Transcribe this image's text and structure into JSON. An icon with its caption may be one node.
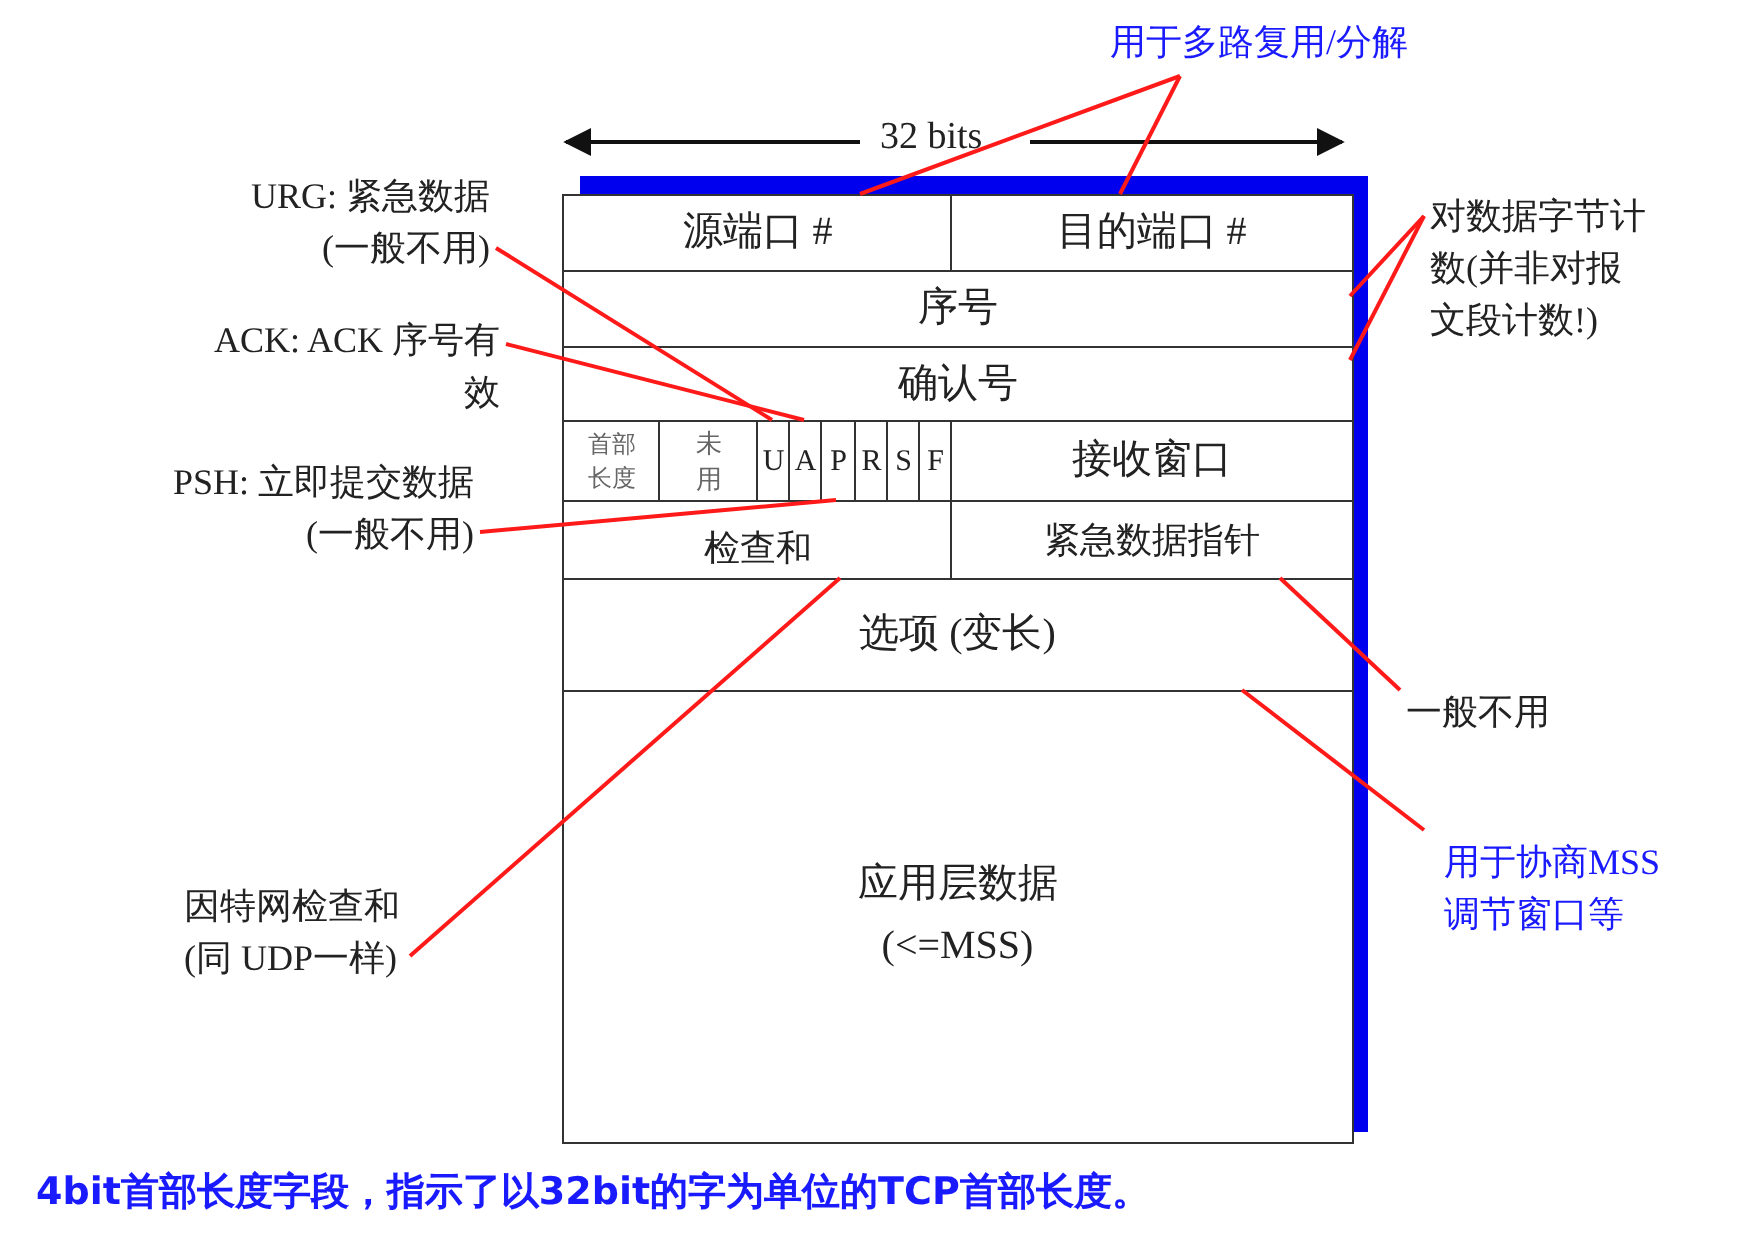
{
  "diagram": {
    "caption": "4bit首部长度字段，指示了以32bit的字为单位的TCP首部长度。",
    "nodes": [
      {
        "text": [
          "源端口 #"
        ]
      },
      {
        "text": [
          "目的端口 #"
        ]
      },
      {
        "text": [
          "序号"
        ]
      },
      {
        "text": [
          "确认号"
        ]
      },
      {
        "text": [
          "首部长度"
        ]
      },
      {
        "text": [
          "未用"
        ]
      },
      {
        "text": [
          "U"
        ]
      },
      {
        "text": [
          "A"
        ]
      },
      {
        "text": [
          "P"
        ]
      },
      {
        "text": [
          "R"
        ]
      },
      {
        "text": [
          "S"
        ]
      },
      {
        "text": [
          "F"
        ]
      },
      {
        "text": [
          "接收窗口"
        ]
      },
      {
        "text": [
          "检查和"
        ]
      },
      {
        "text": [
          "紧急数据指针"
        ]
      },
      {
        "text": [
          "选项 (变长)"
        ]
      },
      {
        "text": [
          "应用层数据",
          "(<=MSS)"
        ]
      },
      {
        "text": [
          "用于多路复用/分解"
        ]
      },
      {
        "text": [
          "URG: 紧急数据(一般不用)"
        ]
      },
      {
        "text": [
          "ACK: ACK 序号有效"
        ]
      },
      {
        "text": [
          "PSH: 立即提交数据(一般不用)"
        ]
      },
      {
        "text": [
          "对数据字节计数(并非对报文段计数!)"
        ]
      },
      {
        "text": [
          "一般不用"
        ]
      },
      {
        "text": [
          "用于协商MSS调节窗口等"
        ]
      },
      {
        "text": [
          "因特网检查和(同 UDP一样)"
        ]
      }
    ],
    "edges": [
      {
        "from": 17,
        "to": 0,
        "arrow": "none"
      },
      {
        "from": 17,
        "to": 1,
        "arrow": "none"
      },
      {
        "from": 18,
        "to": 6,
        "arrow": "none"
      },
      {
        "from": 19,
        "to": 7,
        "arrow": "none"
      },
      {
        "from": 20,
        "to": 8,
        "arrow": "none"
      },
      {
        "from": 21,
        "to": 2,
        "arrow": "none"
      },
      {
        "from": 21,
        "to": 3,
        "arrow": "none"
      },
      {
        "from": 22,
        "to": 14,
        "arrow": "none"
      },
      {
        "from": 23,
        "to": 15,
        "arrow": "none"
      },
      {
        "from": 24,
        "to": 13,
        "arrow": "none"
      }
    ],
    "labels": [
      "32 bits"
    ]
  }
}
